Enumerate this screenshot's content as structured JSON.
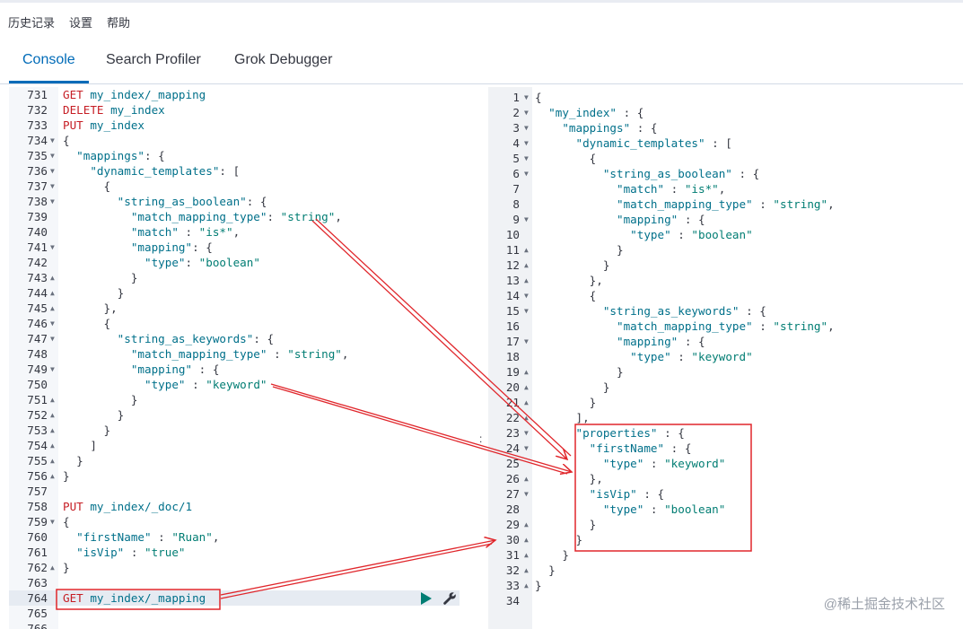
{
  "menu": [
    "历史记录",
    "设置",
    "帮助"
  ],
  "tabs": [
    {
      "label": "Console",
      "active": true
    },
    {
      "label": "Search Profiler",
      "active": false
    },
    {
      "label": "Grok Debugger",
      "active": false
    }
  ],
  "request": [
    {
      "n": "731",
      "f": "",
      "t": [
        [
          "kw",
          "GET "
        ],
        [
          "url",
          "my_index/_mapping"
        ]
      ]
    },
    {
      "n": "732",
      "f": "",
      "t": [
        [
          "kw",
          "DELETE "
        ],
        [
          "url",
          "my_index"
        ]
      ]
    },
    {
      "n": "733",
      "f": "",
      "t": [
        [
          "kw",
          "PUT "
        ],
        [
          "url",
          "my_index"
        ]
      ]
    },
    {
      "n": "734",
      "f": "▼",
      "t": [
        [
          "p",
          "{"
        ]
      ]
    },
    {
      "n": "735",
      "f": "▼",
      "t": [
        [
          "p",
          "  "
        ],
        [
          "key",
          "\"mappings\""
        ],
        [
          "p",
          ": {"
        ]
      ]
    },
    {
      "n": "736",
      "f": "▼",
      "t": [
        [
          "p",
          "    "
        ],
        [
          "key",
          "\"dynamic_templates\""
        ],
        [
          "p",
          ": ["
        ]
      ]
    },
    {
      "n": "737",
      "f": "▼",
      "t": [
        [
          "p",
          "      {"
        ]
      ]
    },
    {
      "n": "738",
      "f": "▼",
      "t": [
        [
          "p",
          "        "
        ],
        [
          "key",
          "\"string_as_boolean\""
        ],
        [
          "p",
          ": {"
        ]
      ]
    },
    {
      "n": "739",
      "f": "",
      "t": [
        [
          "p",
          "          "
        ],
        [
          "key",
          "\"match_mapping_type\""
        ],
        [
          "p",
          ": "
        ],
        [
          "str",
          "\"string\""
        ],
        [
          "p",
          ","
        ]
      ]
    },
    {
      "n": "740",
      "f": "",
      "t": [
        [
          "p",
          "          "
        ],
        [
          "key",
          "\"match\""
        ],
        [
          "p",
          " : "
        ],
        [
          "str",
          "\"is*\""
        ],
        [
          "p",
          ","
        ]
      ]
    },
    {
      "n": "741",
      "f": "▼",
      "t": [
        [
          "p",
          "          "
        ],
        [
          "key",
          "\"mapping\""
        ],
        [
          "p",
          ": {"
        ]
      ]
    },
    {
      "n": "742",
      "f": "",
      "t": [
        [
          "p",
          "            "
        ],
        [
          "key",
          "\"type\""
        ],
        [
          "p",
          ": "
        ],
        [
          "str",
          "\"boolean\""
        ]
      ]
    },
    {
      "n": "743",
      "f": "▲",
      "t": [
        [
          "p",
          "          }"
        ]
      ]
    },
    {
      "n": "744",
      "f": "▲",
      "t": [
        [
          "p",
          "        }"
        ]
      ]
    },
    {
      "n": "745",
      "f": "▲",
      "t": [
        [
          "p",
          "      },"
        ]
      ]
    },
    {
      "n": "746",
      "f": "▼",
      "t": [
        [
          "p",
          "      {"
        ]
      ]
    },
    {
      "n": "747",
      "f": "▼",
      "t": [
        [
          "p",
          "        "
        ],
        [
          "key",
          "\"string_as_keywords\""
        ],
        [
          "p",
          ": {"
        ]
      ]
    },
    {
      "n": "748",
      "f": "",
      "t": [
        [
          "p",
          "          "
        ],
        [
          "key",
          "\"match_mapping_type\""
        ],
        [
          "p",
          " : "
        ],
        [
          "str",
          "\"string\""
        ],
        [
          "p",
          ","
        ]
      ]
    },
    {
      "n": "749",
      "f": "▼",
      "t": [
        [
          "p",
          "          "
        ],
        [
          "key",
          "\"mapping\""
        ],
        [
          "p",
          " : {"
        ]
      ]
    },
    {
      "n": "750",
      "f": "",
      "t": [
        [
          "p",
          "            "
        ],
        [
          "key",
          "\"type\""
        ],
        [
          "p",
          " : "
        ],
        [
          "str",
          "\"keyword\""
        ]
      ]
    },
    {
      "n": "751",
      "f": "▲",
      "t": [
        [
          "p",
          "          }"
        ]
      ]
    },
    {
      "n": "752",
      "f": "▲",
      "t": [
        [
          "p",
          "        }"
        ]
      ]
    },
    {
      "n": "753",
      "f": "▲",
      "t": [
        [
          "p",
          "      }"
        ]
      ]
    },
    {
      "n": "754",
      "f": "▲",
      "t": [
        [
          "p",
          "    ]"
        ]
      ]
    },
    {
      "n": "755",
      "f": "▲",
      "t": [
        [
          "p",
          "  }"
        ]
      ]
    },
    {
      "n": "756",
      "f": "▲",
      "t": [
        [
          "p",
          "}"
        ]
      ]
    },
    {
      "n": "757",
      "f": "",
      "t": []
    },
    {
      "n": "758",
      "f": "",
      "t": [
        [
          "kw",
          "PUT "
        ],
        [
          "url",
          "my_index/_doc/1"
        ]
      ]
    },
    {
      "n": "759",
      "f": "▼",
      "t": [
        [
          "p",
          "{"
        ]
      ]
    },
    {
      "n": "760",
      "f": "",
      "t": [
        [
          "p",
          "  "
        ],
        [
          "key",
          "\"firstName\""
        ],
        [
          "p",
          " : "
        ],
        [
          "str",
          "\"Ruan\""
        ],
        [
          "p",
          ","
        ]
      ]
    },
    {
      "n": "761",
      "f": "",
      "t": [
        [
          "p",
          "  "
        ],
        [
          "key",
          "\"isVip\""
        ],
        [
          "p",
          " : "
        ],
        [
          "str",
          "\"true\""
        ]
      ]
    },
    {
      "n": "762",
      "f": "▲",
      "t": [
        [
          "p",
          "}"
        ]
      ]
    },
    {
      "n": "763",
      "f": "",
      "t": []
    },
    {
      "n": "764",
      "f": "",
      "t": [
        [
          "kw",
          "GET "
        ],
        [
          "url",
          "my_index/_mapping"
        ]
      ]
    },
    {
      "n": "765",
      "f": "",
      "t": []
    },
    {
      "n": "766",
      "f": "",
      "t": []
    }
  ],
  "response": [
    {
      "n": "1",
      "f": "▼",
      "t": [
        [
          "p",
          "{"
        ]
      ]
    },
    {
      "n": "2",
      "f": "▼",
      "t": [
        [
          "p",
          "  "
        ],
        [
          "key",
          "\"my_index\""
        ],
        [
          "p",
          " : {"
        ]
      ]
    },
    {
      "n": "3",
      "f": "▼",
      "t": [
        [
          "p",
          "    "
        ],
        [
          "key",
          "\"mappings\""
        ],
        [
          "p",
          " : {"
        ]
      ]
    },
    {
      "n": "4",
      "f": "▼",
      "t": [
        [
          "p",
          "      "
        ],
        [
          "key",
          "\"dynamic_templates\""
        ],
        [
          "p",
          " : ["
        ]
      ]
    },
    {
      "n": "5",
      "f": "▼",
      "t": [
        [
          "p",
          "        {"
        ]
      ]
    },
    {
      "n": "6",
      "f": "▼",
      "t": [
        [
          "p",
          "          "
        ],
        [
          "key",
          "\"string_as_boolean\""
        ],
        [
          "p",
          " : {"
        ]
      ]
    },
    {
      "n": "7",
      "f": "",
      "t": [
        [
          "p",
          "            "
        ],
        [
          "key",
          "\"match\""
        ],
        [
          "p",
          " : "
        ],
        [
          "str",
          "\"is*\""
        ],
        [
          "p",
          ","
        ]
      ]
    },
    {
      "n": "8",
      "f": "",
      "t": [
        [
          "p",
          "            "
        ],
        [
          "key",
          "\"match_mapping_type\""
        ],
        [
          "p",
          " : "
        ],
        [
          "str",
          "\"string\""
        ],
        [
          "p",
          ","
        ]
      ]
    },
    {
      "n": "9",
      "f": "▼",
      "t": [
        [
          "p",
          "            "
        ],
        [
          "key",
          "\"mapping\""
        ],
        [
          "p",
          " : {"
        ]
      ]
    },
    {
      "n": "10",
      "f": "",
      "t": [
        [
          "p",
          "              "
        ],
        [
          "key",
          "\"type\""
        ],
        [
          "p",
          " : "
        ],
        [
          "str",
          "\"boolean\""
        ]
      ]
    },
    {
      "n": "11",
      "f": "▲",
      "t": [
        [
          "p",
          "            }"
        ]
      ]
    },
    {
      "n": "12",
      "f": "▲",
      "t": [
        [
          "p",
          "          }"
        ]
      ]
    },
    {
      "n": "13",
      "f": "▲",
      "t": [
        [
          "p",
          "        },"
        ]
      ]
    },
    {
      "n": "14",
      "f": "▼",
      "t": [
        [
          "p",
          "        {"
        ]
      ]
    },
    {
      "n": "15",
      "f": "▼",
      "t": [
        [
          "p",
          "          "
        ],
        [
          "key",
          "\"string_as_keywords\""
        ],
        [
          "p",
          " : {"
        ]
      ]
    },
    {
      "n": "16",
      "f": "",
      "t": [
        [
          "p",
          "            "
        ],
        [
          "key",
          "\"match_mapping_type\""
        ],
        [
          "p",
          " : "
        ],
        [
          "str",
          "\"string\""
        ],
        [
          "p",
          ","
        ]
      ]
    },
    {
      "n": "17",
      "f": "▼",
      "t": [
        [
          "p",
          "            "
        ],
        [
          "key",
          "\"mapping\""
        ],
        [
          "p",
          " : {"
        ]
      ]
    },
    {
      "n": "18",
      "f": "",
      "t": [
        [
          "p",
          "              "
        ],
        [
          "key",
          "\"type\""
        ],
        [
          "p",
          " : "
        ],
        [
          "str",
          "\"keyword\""
        ]
      ]
    },
    {
      "n": "19",
      "f": "▲",
      "t": [
        [
          "p",
          "            }"
        ]
      ]
    },
    {
      "n": "20",
      "f": "▲",
      "t": [
        [
          "p",
          "          }"
        ]
      ]
    },
    {
      "n": "21",
      "f": "▲",
      "t": [
        [
          "p",
          "        }"
        ]
      ]
    },
    {
      "n": "22",
      "f": "▲",
      "t": [
        [
          "p",
          "      ],"
        ]
      ]
    },
    {
      "n": "23",
      "f": "▼",
      "t": [
        [
          "p",
          "      "
        ],
        [
          "key",
          "\"properties\""
        ],
        [
          "p",
          " : {"
        ]
      ]
    },
    {
      "n": "24",
      "f": "▼",
      "t": [
        [
          "p",
          "        "
        ],
        [
          "key",
          "\"firstName\""
        ],
        [
          "p",
          " : {"
        ]
      ]
    },
    {
      "n": "25",
      "f": "",
      "t": [
        [
          "p",
          "          "
        ],
        [
          "key",
          "\"type\""
        ],
        [
          "p",
          " : "
        ],
        [
          "str",
          "\"keyword\""
        ]
      ]
    },
    {
      "n": "26",
      "f": "▲",
      "t": [
        [
          "p",
          "        },"
        ]
      ]
    },
    {
      "n": "27",
      "f": "▼",
      "t": [
        [
          "p",
          "        "
        ],
        [
          "key",
          "\"isVip\""
        ],
        [
          "p",
          " : {"
        ]
      ]
    },
    {
      "n": "28",
      "f": "",
      "t": [
        [
          "p",
          "          "
        ],
        [
          "key",
          "\"type\""
        ],
        [
          "p",
          " : "
        ],
        [
          "str",
          "\"boolean\""
        ]
      ]
    },
    {
      "n": "29",
      "f": "▲",
      "t": [
        [
          "p",
          "        }"
        ]
      ]
    },
    {
      "n": "30",
      "f": "▲",
      "t": [
        [
          "p",
          "      }"
        ]
      ]
    },
    {
      "n": "31",
      "f": "▲",
      "t": [
        [
          "p",
          "    }"
        ]
      ]
    },
    {
      "n": "32",
      "f": "▲",
      "t": [
        [
          "p",
          "  }"
        ]
      ]
    },
    {
      "n": "33",
      "f": "▲",
      "t": [
        [
          "p",
          "}"
        ]
      ]
    },
    {
      "n": "34",
      "f": "",
      "t": []
    }
  ],
  "icons": {
    "run": "play-icon",
    "wrench": "wrench-icon"
  },
  "colors": {
    "accent": "#006bb8",
    "annotation": "#e0262b",
    "string": "#017d73",
    "key": "#00708a",
    "method": "#c61e25"
  },
  "divider_label": ":",
  "watermark": "@稀土掘金技术社区"
}
